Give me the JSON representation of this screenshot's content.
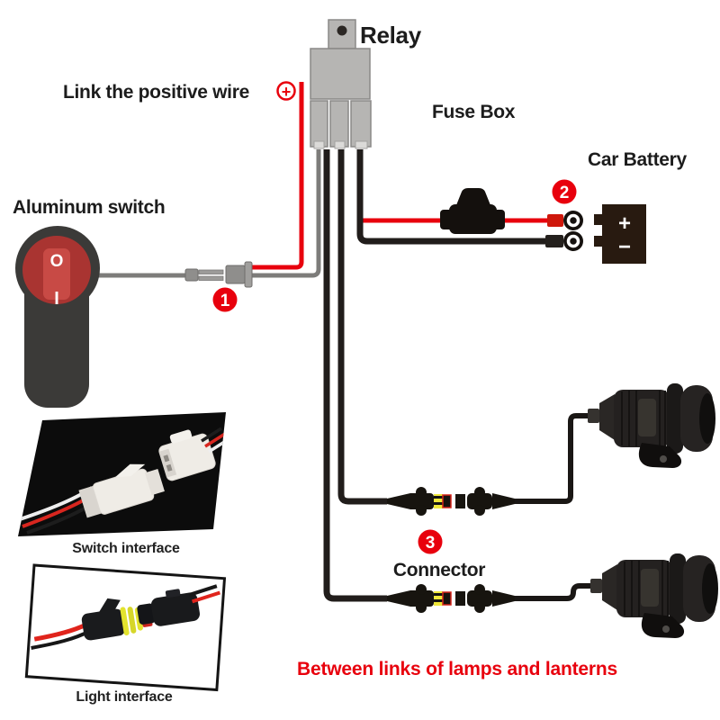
{
  "title": "Fog lamp wiring kit diagram",
  "labels": {
    "relay": "Relay",
    "fuse_box": "Fuse Box",
    "car_battery": "Car Battery",
    "link_positive": "Link the positive wire",
    "aluminum_switch": "Aluminum switch",
    "connector": "Connector",
    "bottom_note": "Between links of lamps and lanterns",
    "switch_interface": "Switch interface",
    "light_interface": "Light interface"
  },
  "badges": {
    "one": "1",
    "two": "2",
    "three": "3"
  },
  "icons": {
    "positive_plus": "+"
  },
  "switch_marks": {
    "off": "O",
    "on": "I"
  },
  "battery_marks": {
    "plus": "+",
    "minus": "−"
  },
  "colors": {
    "accent_red": "#e8000d",
    "wire_gray": "#7d7c7a",
    "wire_black": "#211d1b",
    "relay_gray": "#b6b5b3",
    "battery_body": "#281a10",
    "switch_body": "#3b3a38",
    "switch_ring": "#a93431",
    "switch_rocker": "#c84a45",
    "connector_seal_yellow": "#efe73a"
  }
}
